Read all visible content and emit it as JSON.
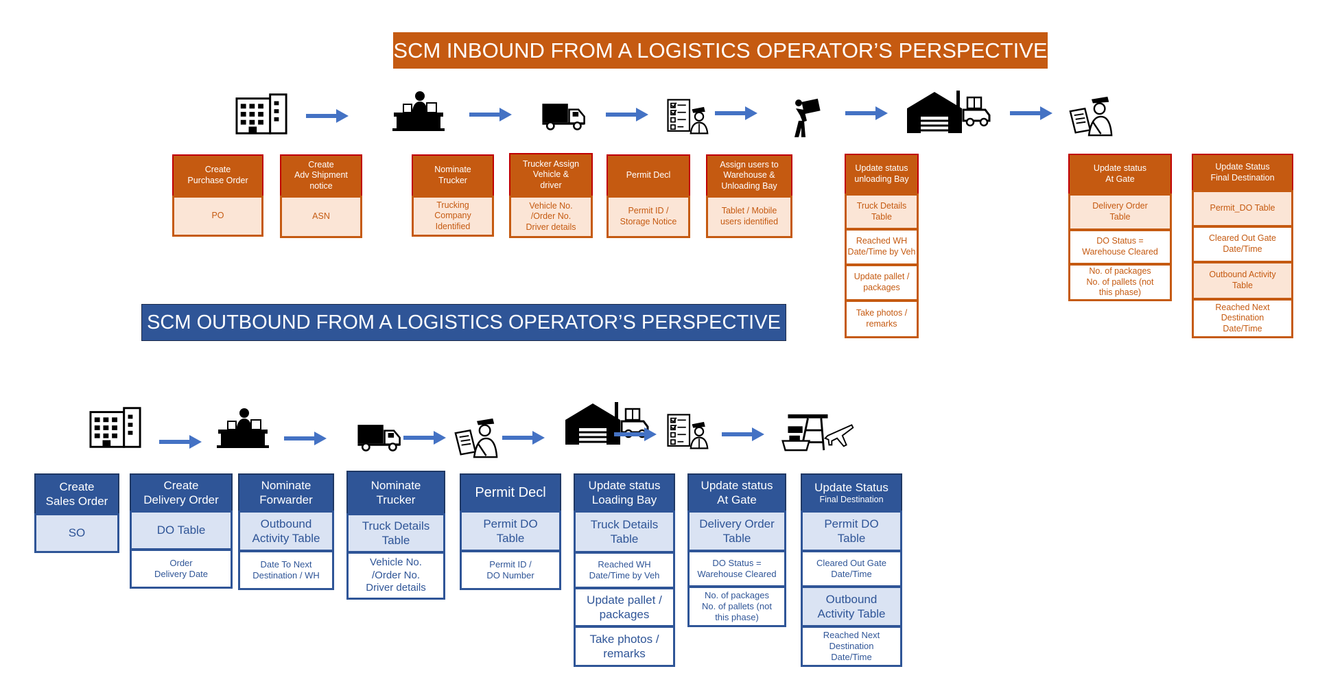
{
  "inbound": {
    "title": "SCM INBOUND FROM A LOGISTICS OPERATOR’S PERSPECTIVE",
    "cards": [
      {
        "header": "Create\nPurchase Order",
        "rows": [
          "PO"
        ]
      },
      {
        "header": "Create\nAdv Shipment\nnotice",
        "rows": [
          "ASN"
        ]
      },
      {
        "header": "Nominate\nTrucker",
        "rows": [
          "Trucking\nCompany\nIdentified"
        ]
      },
      {
        "header": "Trucker Assign\nVehicle &\ndriver",
        "rows": [
          "Vehicle No.\n/Order No.\nDriver details"
        ]
      },
      {
        "header": "Permit  Decl",
        "rows": [
          "Permit ID /\nStorage Notice"
        ]
      },
      {
        "header": "Assign users to\nWarehouse &\nUnloading Bay",
        "rows": [
          "Tablet / Mobile\nusers identified"
        ]
      },
      {
        "header": "Update status\nunloading Bay",
        "rows": [
          "Truck Details\nTable",
          "Reached WH\nDate/Time by  Veh",
          "Update pallet /\npackages",
          "Take photos /\nremarks"
        ]
      },
      {
        "header": "Update status\nAt Gate",
        "rows": [
          "Delivery Order\nTable",
          "DO Status =\nWarehouse Cleared",
          "No. of packages\nNo. of pallets (not\nthis phase)"
        ]
      },
      {
        "header": "Update Status\nFinal Destination",
        "rows": [
          "Permit_DO  Table",
          "Cleared Out Gate\nDate/Time",
          "Outbound Activity\nTable",
          "Reached Next\nDestination\nDate/Time"
        ]
      }
    ]
  },
  "outbound": {
    "title": "SCM OUTBOUND FROM A LOGISTICS OPERATOR’S PERSPECTIVE",
    "cards": [
      {
        "header": "Create\nSales Order",
        "rows": [
          "SO"
        ]
      },
      {
        "header": "Create\nDelivery Order",
        "rows": [
          "DO Table",
          "Order\nDelivery Date"
        ]
      },
      {
        "header": "Nominate\nForwarder",
        "rows": [
          "Outbound\nActivity Table",
          "Date To Next\nDestination / WH"
        ]
      },
      {
        "header": "Nominate\nTrucker",
        "rows": [
          "Truck Details\nTable",
          "Vehicle No.\n/Order No.\nDriver details"
        ]
      },
      {
        "header": "Permit Decl",
        "rows": [
          "Permit DO\nTable",
          "Permit ID /\nDO Number"
        ]
      },
      {
        "header": "Update status\nLoading Bay",
        "rows": [
          "Truck Details\nTable",
          "Reached WH\nDate/Time by  Veh",
          "Update pallet /\npackages",
          "Take photos /\nremarks"
        ]
      },
      {
        "header": "Update status\nAt Gate",
        "rows": [
          "Delivery Order\nTable",
          "DO Status =\nWarehouse Cleared",
          "No. of packages\nNo. of pallets (not\nthis phase)"
        ]
      },
      {
        "header": "Update Status",
        "header_sub": "Final Destination",
        "rows": [
          "Permit DO\nTable",
          "Cleared Out Gate\nDate/Time",
          "Outbound\nActivity Table",
          "Reached Next\nDestination\nDate/Time"
        ]
      }
    ]
  },
  "icons": {
    "inbound": [
      "office-building-icon",
      "desk-clerk-icon",
      "delivery-truck-icon",
      "customs-checklist-icon",
      "porter-carrying-box-icon",
      "warehouse-forklift-icon",
      "customs-officer-icon"
    ],
    "outbound": [
      "office-building-icon",
      "desk-clerk-icon",
      "delivery-truck-icon",
      "customs-officer-icon",
      "warehouse-forklift-icon",
      "customs-checklist-icon",
      "port-crane-ship-plane-icon"
    ]
  },
  "colors": {
    "inbound_accent": "#C55A11",
    "inbound_fill": "#FBE5D6",
    "outbound_accent": "#2F5597",
    "outbound_fill": "#DAE3F3",
    "arrow": "#4472C4"
  }
}
